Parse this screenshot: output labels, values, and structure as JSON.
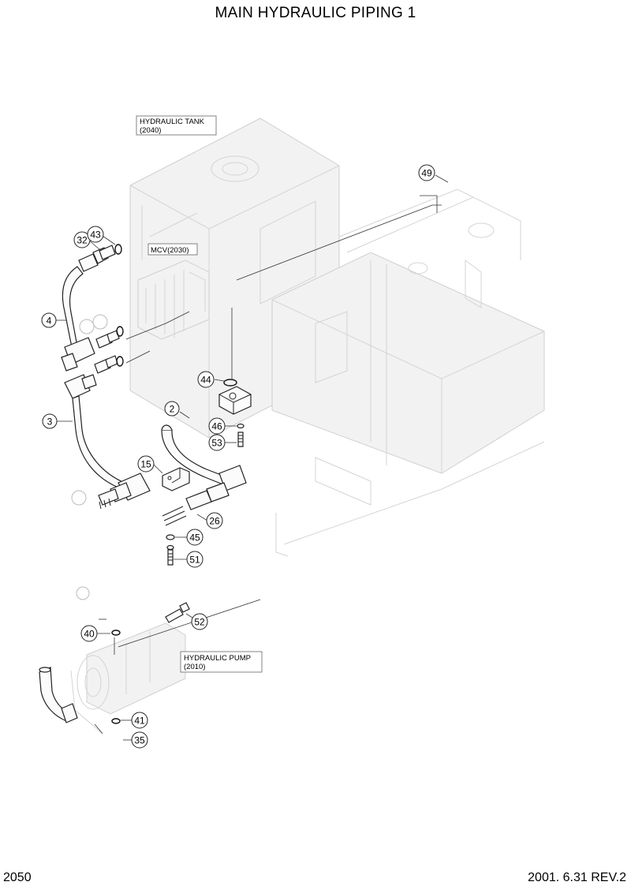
{
  "title": "MAIN HYDRAULIC PIPING 1",
  "page_number": "2050",
  "revision": "2001. 6.31 REV.2",
  "reference_boxes": [
    {
      "line1": "HYDRAULIC TANK",
      "line2": "(2040)"
    },
    {
      "line1": "MCV(2030)",
      "line2": ""
    },
    {
      "line1": "HYDRAULIC PUMP",
      "line2": "(2010)"
    }
  ],
  "callouts": [
    "49",
    "32",
    "43",
    "4",
    "3",
    "44",
    "2",
    "46",
    "53",
    "15",
    "26",
    "45",
    "51",
    "40",
    "52",
    "41",
    "35"
  ]
}
